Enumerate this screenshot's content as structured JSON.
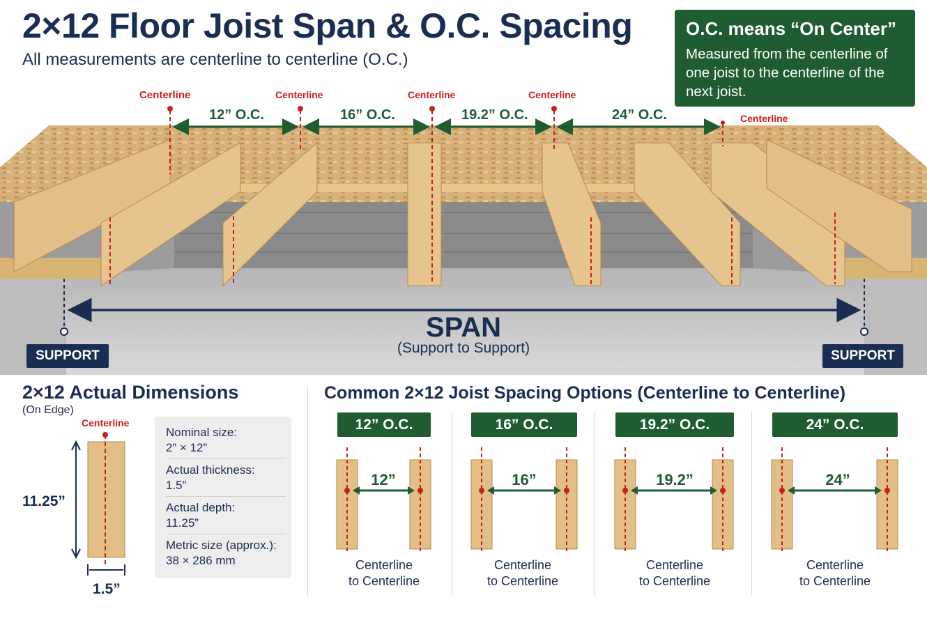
{
  "header": {
    "title": "2×12 Floor Joist Span & O.C. Spacing",
    "subtitle": "All measurements are centerline to centerline (O.C.)"
  },
  "oc_box": {
    "heading": "O.C. means “On Center”",
    "body": "Measured from the centerline of one joist to the centerline of the next joist."
  },
  "scene": {
    "centerline_label": "Centerline",
    "spacings": [
      "12” O.C.",
      "16” O.C.",
      "19.2” O.C.",
      "24” O.C."
    ],
    "span_label": "SPAN",
    "span_sub": "(Support to Support)",
    "support_label": "SUPPORT"
  },
  "dimensions": {
    "title": "2×12 Actual Dimensions",
    "subtitle": "(On Edge)",
    "centerline_label": "Centerline",
    "depth_label": "11.25”",
    "thickness_label": "1.5”",
    "rows": [
      {
        "label": "Nominal size:",
        "value": "2” × 12”"
      },
      {
        "label": "Actual thickness:",
        "value": "1.5”"
      },
      {
        "label": "Actual depth:",
        "value": "11.25”"
      },
      {
        "label": "Metric size (approx.):",
        "value": "38 × 286 mm"
      }
    ]
  },
  "options": {
    "title": "Common 2×12 Joist Spacing Options (Centerline to Centerline)",
    "items": [
      {
        "badge": "12” O.C.",
        "distance": "12”",
        "footer_1": "Centerline",
        "footer_2": "to Centerline"
      },
      {
        "badge": "16” O.C.",
        "distance": "16”",
        "footer_1": "Centerline",
        "footer_2": "to Centerline"
      },
      {
        "badge": "19.2” O.C.",
        "distance": "19.2”",
        "footer_1": "Centerline",
        "footer_2": "to Centerline"
      },
      {
        "badge": "24” O.C.",
        "distance": "24”",
        "footer_1": "Centerline",
        "footer_2": "to Centerline"
      }
    ]
  },
  "colors": {
    "navy": "#1a2d52",
    "green": "#1f5c32",
    "red": "#c81e1e",
    "wood": "#e2bf86"
  }
}
